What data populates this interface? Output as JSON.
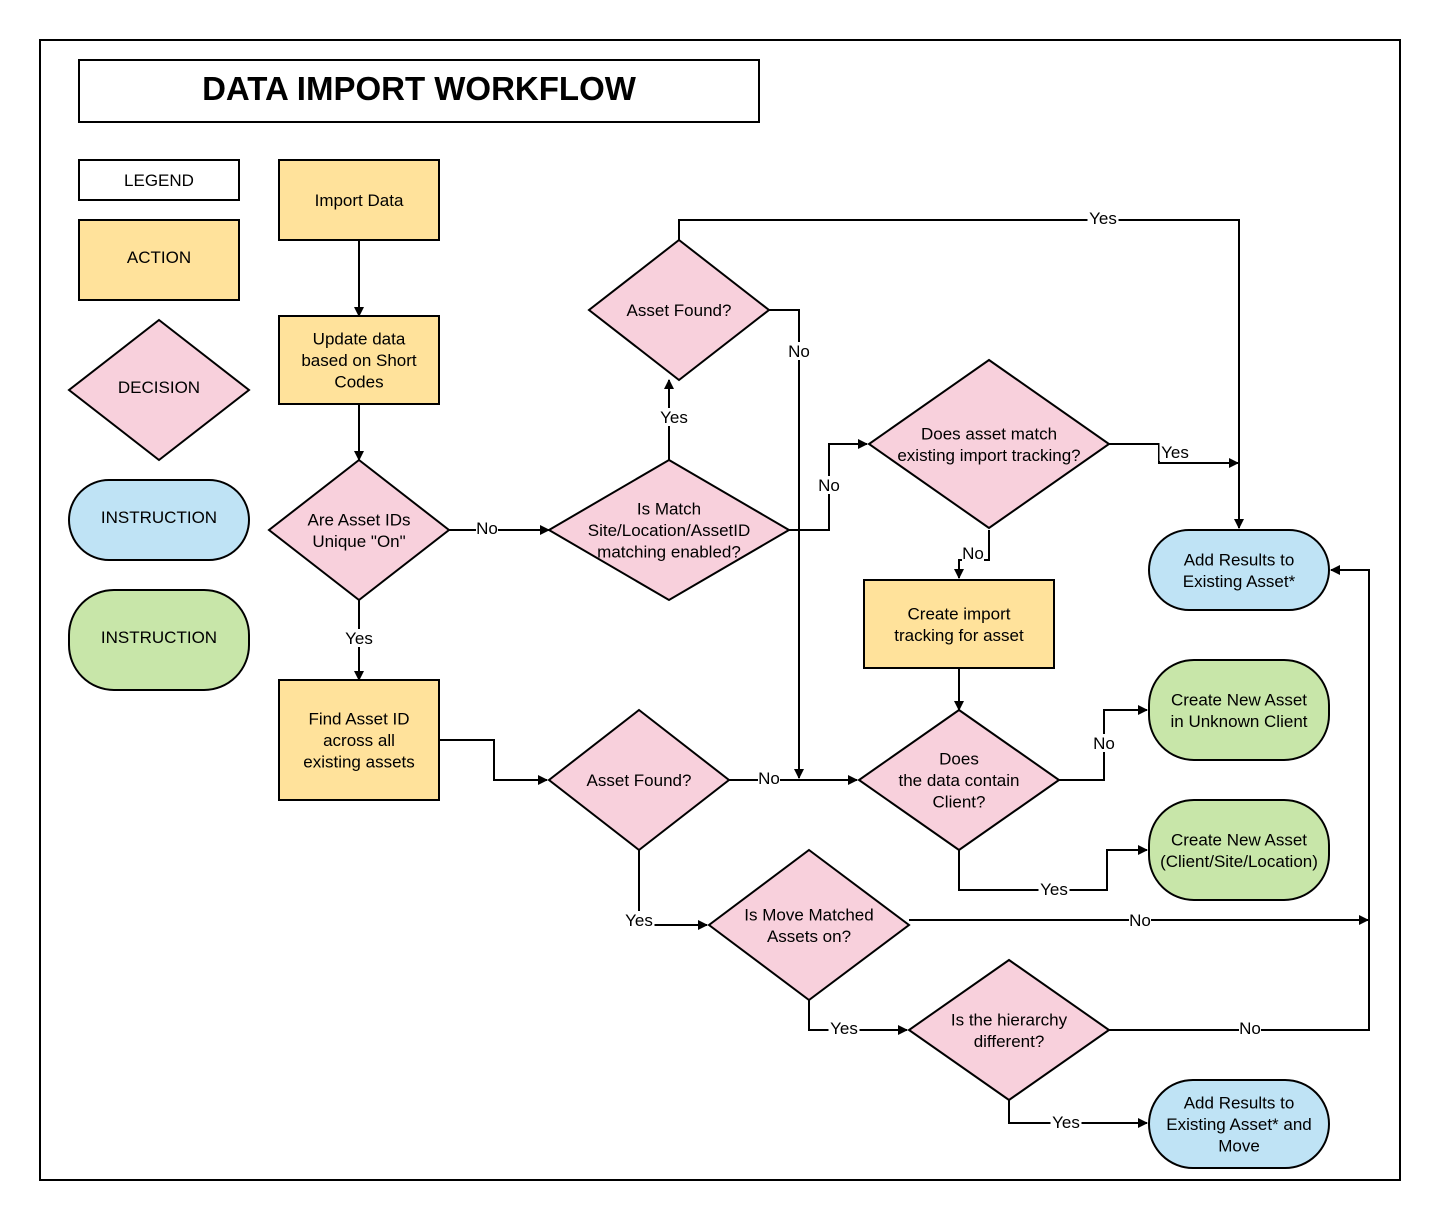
{
  "title": "DATA IMPORT WORKFLOW",
  "legend": {
    "heading": "LEGEND",
    "action": "ACTION",
    "decision": "DECISION",
    "instruction_blue": "INSTRUCTION",
    "instruction_green": "INSTRUCTION"
  },
  "colors": {
    "action": "#ffe29b",
    "decision": "#f8d0dc",
    "instruction_blue": "#bfe3f5",
    "instruction_green": "#c8e6a9"
  },
  "nodes": {
    "import_data": [
      "Import Data"
    ],
    "update_data": [
      "Update data",
      "based on Short",
      "Codes"
    ],
    "unique_on": [
      "Are Asset IDs",
      "Unique \"On\""
    ],
    "find_asset": [
      "Find Asset ID",
      "across all",
      "existing assets"
    ],
    "match_enabled": [
      "Is Match",
      "Site/Location/AssetID",
      "matching enabled?"
    ],
    "asset_found_top": [
      "Asset Found?"
    ],
    "asset_found_bottom": [
      "Asset Found?"
    ],
    "import_tracking_match": [
      "Does asset match",
      "existing import tracking?"
    ],
    "create_tracking": [
      "Create import",
      "tracking for asset"
    ],
    "contain_client": [
      "Does",
      "the data contain",
      "Client?"
    ],
    "move_matched": [
      "Is Move Matched",
      "Assets on?"
    ],
    "hierarchy_diff": [
      "Is the hierarchy",
      "different?"
    ],
    "add_results": [
      "Add Results to",
      "Existing Asset*"
    ],
    "new_asset_unknown": [
      "Create New Asset",
      "in Unknown Client"
    ],
    "new_asset_client": [
      "Create New Asset",
      "(Client/Site/Location)"
    ],
    "add_results_move": [
      "Add Results to",
      "Existing Asset* and",
      "Move"
    ]
  },
  "edge_labels": {
    "yes_top": "Yes",
    "no_asset_found_top": "No",
    "yes_match_enabled": "Yes",
    "no_match_enabled": "No",
    "yes_tracking": "Yes",
    "no_tracking": "No",
    "no_unique": "No",
    "yes_unique": "Yes",
    "no_asset_found_bottom": "No",
    "no_contain_client": "No",
    "yes_contain_client": "Yes",
    "yes_asset_found_bottom": "Yes",
    "no_move_matched": "No",
    "yes_move_matched": "Yes",
    "no_hierarchy": "No",
    "yes_hierarchy": "Yes"
  }
}
